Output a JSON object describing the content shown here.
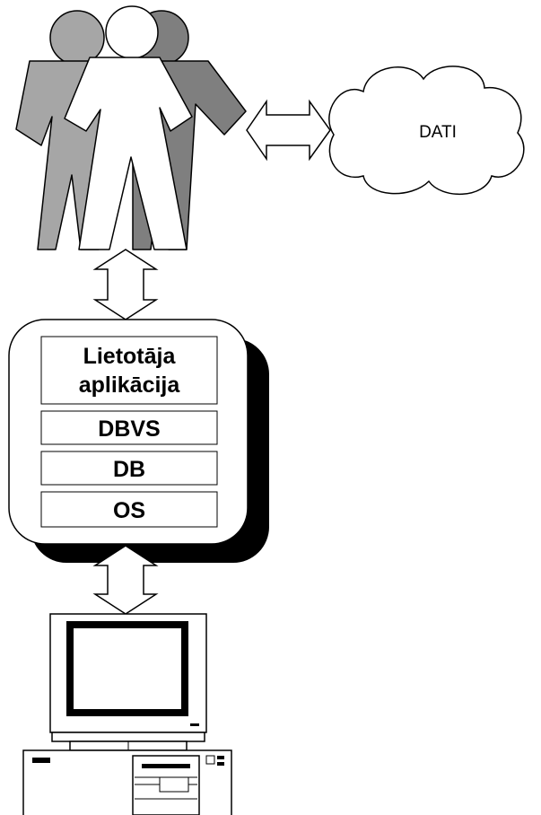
{
  "cloud": {
    "label": "DATI"
  },
  "stack": {
    "application_line1": "Lietotāja",
    "application_line2": "aplikācija",
    "dbms": "DBVS",
    "db": "DB",
    "os": "OS"
  },
  "colors": {
    "person_left": "#a6a6a6",
    "person_right": "#7f7f7f",
    "person_center": "#ffffff",
    "outline": "#000000",
    "shadow": "#000000"
  }
}
